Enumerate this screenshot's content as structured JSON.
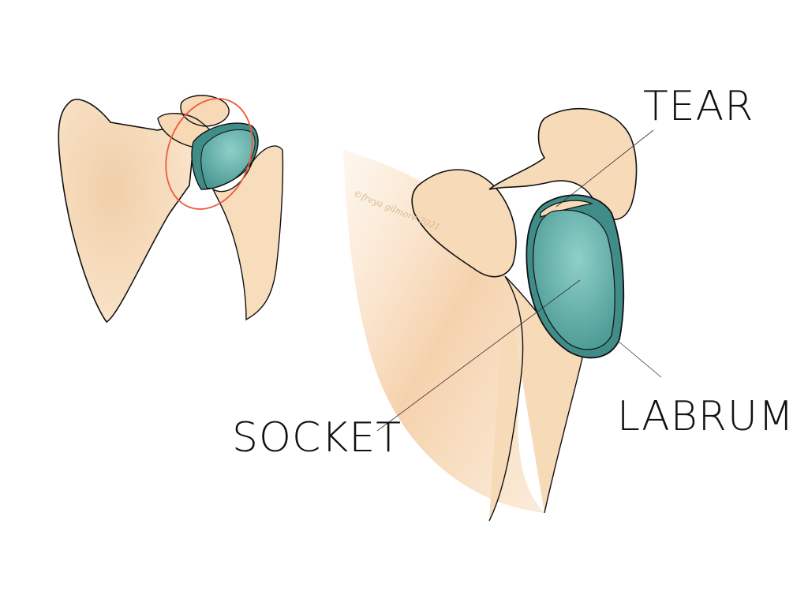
{
  "labels": {
    "tear": "TEAR",
    "labrum": "LABRUM",
    "socket": "SOCKET"
  },
  "watermark": "©freya gilmore 2021",
  "colors": {
    "bone": "#f6dcbc",
    "bone_shade": "#efc9a0",
    "labrum": "#3f8c88",
    "socket": "#72bab4",
    "highlight_circle": "#ee5a3c",
    "outline": "#111111"
  }
}
